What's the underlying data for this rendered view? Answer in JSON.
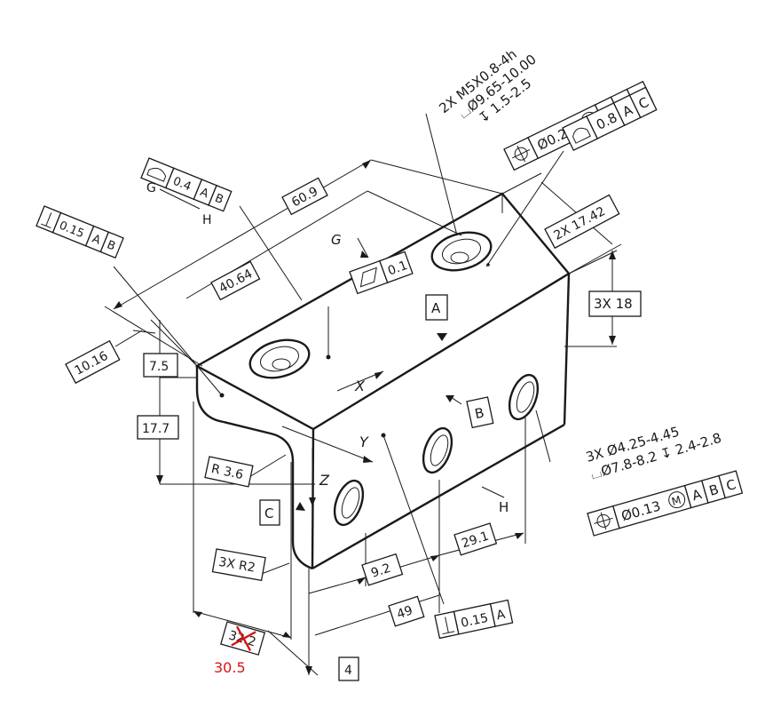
{
  "callouts": {
    "thread_note": [
      "2X M5X0.8-4h",
      "⌴Ø9.65-10.00",
      "↧ 1.5-2.5"
    ],
    "hole_note": [
      "3X Ø4.25-4.45",
      "⌴Ø7.8-8.2 ↧ 2.4-2.8"
    ]
  },
  "fcf": {
    "top_position": {
      "value": "Ø0.25",
      "mod": "M",
      "datums": [
        "A",
        "B",
        "C"
      ]
    },
    "top_profile": {
      "value": "0.8",
      "datums": [
        "A",
        "C"
      ]
    },
    "left_profile": {
      "value": "0.4",
      "datums": [
        "A",
        "B"
      ]
    },
    "left_perp": {
      "value": "0.15",
      "datums": [
        "A",
        "B"
      ]
    },
    "flatness": {
      "value": "0.1"
    },
    "bottom_perp": {
      "value": "0.15",
      "datums": [
        "A"
      ]
    },
    "side_position": {
      "value": "Ø0.13",
      "mod": "M",
      "datums": [
        "A",
        "B",
        "C"
      ]
    }
  },
  "dims": {
    "d60_9": "60.9",
    "d40_64": "40.64",
    "d2x17_42": "2X 17.42",
    "d3x18": "3X 18",
    "d10_16": "10.16",
    "d7_5": "7.5",
    "d17_7": "17.7",
    "dR3_6": "R 3.6",
    "d3xR2": "3X R2",
    "d9_2": "9.2",
    "d29_1": "29.1",
    "d49": "49",
    "d4": "4",
    "d_crossed": "32.2",
    "d_correction": "30.5"
  },
  "labels": {
    "G": "G",
    "H": "H",
    "X": "X",
    "Y": "Y",
    "Z": "Z"
  },
  "datum_letters": {
    "A": "A",
    "B": "B",
    "C": "C"
  }
}
